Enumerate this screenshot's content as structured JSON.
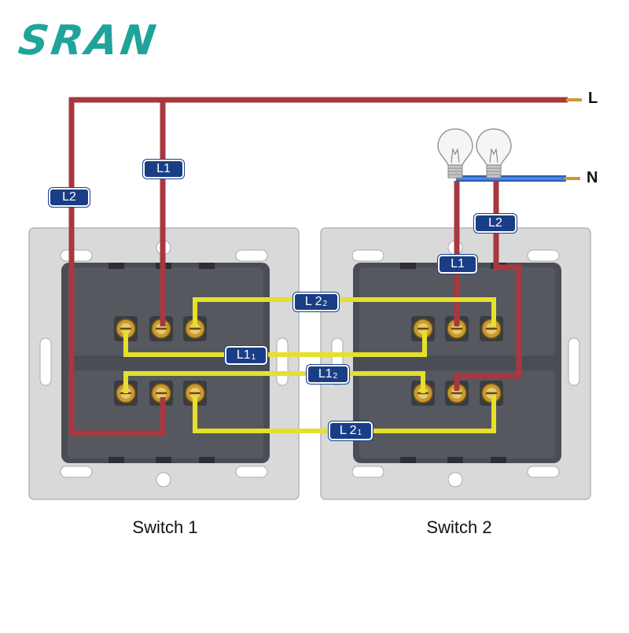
{
  "brand": "SRAN",
  "terminals": {
    "live": "L",
    "neutral": "N"
  },
  "captions": {
    "switch1": "Switch 1",
    "switch2": "Switch 2"
  },
  "wire_labels": {
    "L1_top": "L1",
    "L2_left": "L2",
    "L2_right": "L2",
    "L1_right": "L1",
    "L2_2": "L 2",
    "L2_2_sub": "2",
    "L1_1": "L1",
    "L1_1_sub": "1",
    "L1_2": "L1",
    "L1_2_sub": "2",
    "L2_1": "L 2",
    "L2_1_sub": "1"
  },
  "colors": {
    "brand": "#1fa39a",
    "live_wire": "#a8383f",
    "neutral_wire": "#3a6fd0",
    "traveler_wire": "#e6e02a",
    "tag_bg": "#1a3e86",
    "frame": "#d9d9d9",
    "body": "#4a4d55"
  },
  "icons": [
    "bulb-icon",
    "bulb-icon",
    "screw-terminal-icon"
  ]
}
